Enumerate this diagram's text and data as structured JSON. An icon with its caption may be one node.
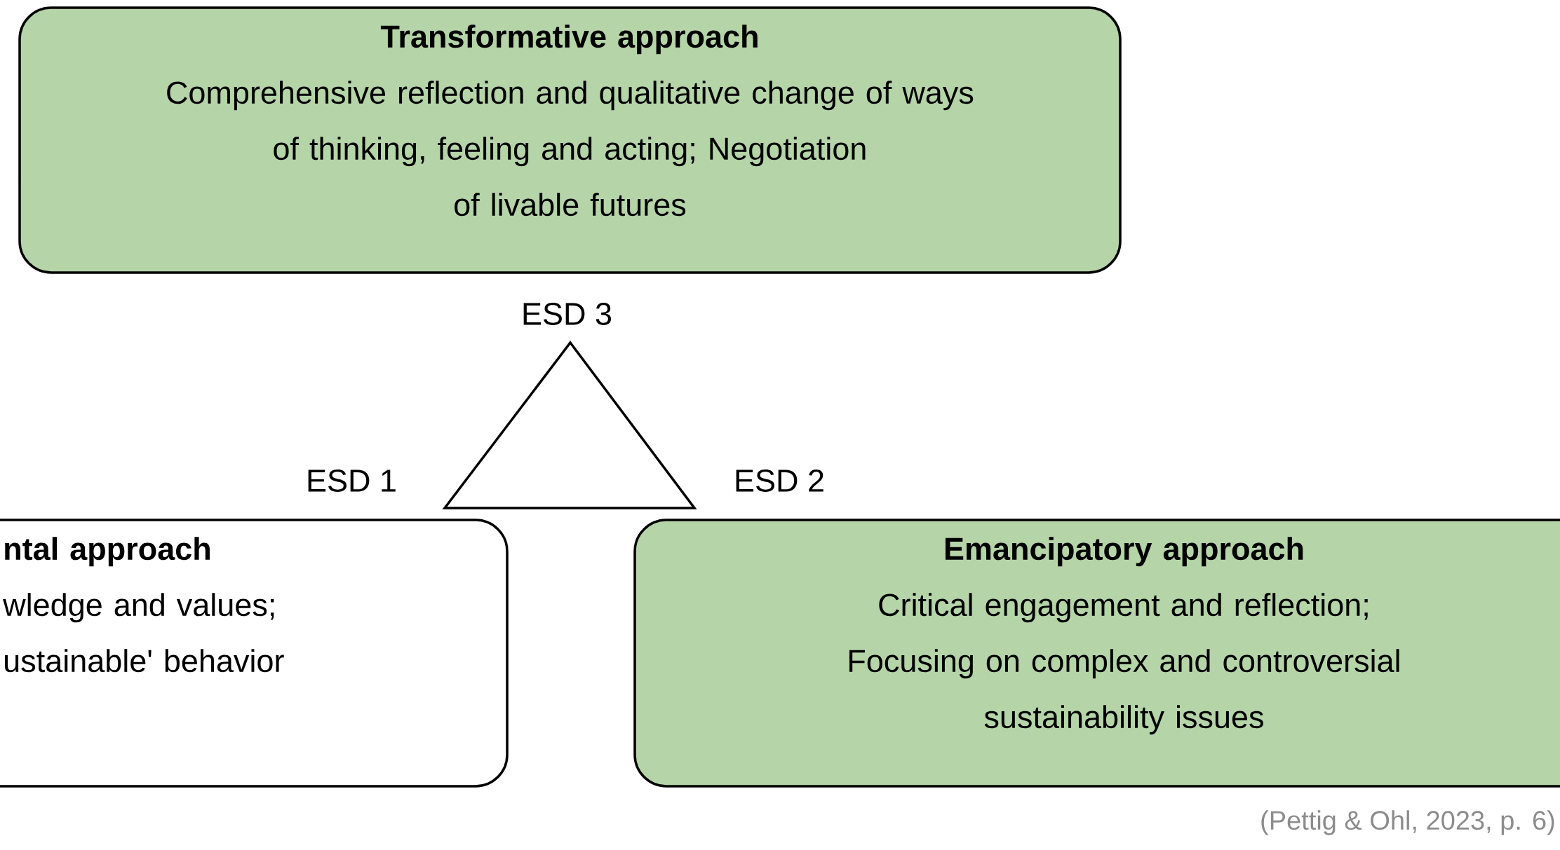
{
  "diagram": {
    "nodes": [
      {
        "text": [
          "Transformative approach",
          "Comprehensive reflection and qualitative change of ways of thinking, feeling and acting; Negotiation of livable futures"
        ]
      },
      {
        "text": [
          "ntal approach",
          "wledge and values; ustainable' behavior"
        ]
      },
      {
        "text": [
          "Emancipatory approach",
          "Critical engagement and reflection; Focusing on complex and controversial sustainability issues"
        ]
      }
    ],
    "labels": [
      "ESD 3",
      "ESD 1",
      "ESD 2",
      "(Pettig & Ohl, 2023, p. 6)"
    ]
  }
}
